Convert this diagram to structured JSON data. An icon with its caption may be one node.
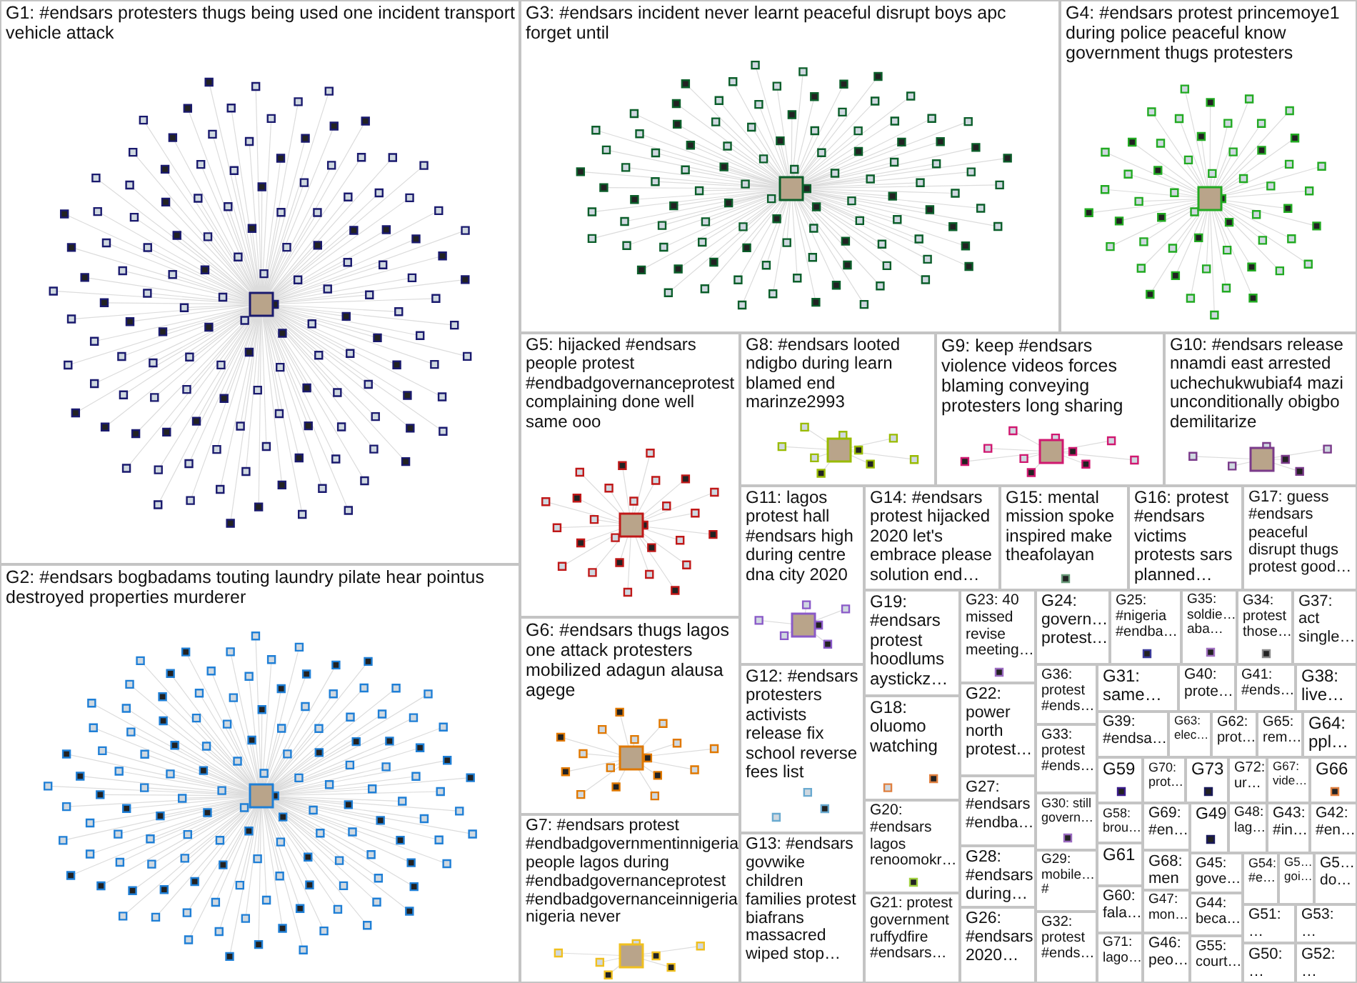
{
  "diagram": {
    "nodes": [
      {
        "text": [
          "G1: #endsars protesters thugs being used one incident transport vehicle attack"
        ]
      },
      {
        "text": [
          "G3: #endsars incident never learnt peaceful disrupt boys apc forget until"
        ]
      },
      {
        "text": [
          "G4: #endsars protest princemoye1 during police peaceful know government thugs protesters"
        ]
      },
      {
        "text": [
          "G2: #endsars bogbadams touting laundry pilate hear pointus destroyed properties murderer"
        ]
      },
      {
        "text": [
          "G5: hijacked #endsars people protest #endbadgovernanceprotest complaining done well same ooo"
        ]
      },
      {
        "text": [
          "G8: #endsars looted ndigbo during learn blamed end marinze2993"
        ]
      },
      {
        "text": [
          "G9: keep #endsars violence videos forces blaming conveying protesters long sharing"
        ]
      },
      {
        "text": [
          "G10: #endsars release nnamdi east arrested uchechukwubiaf4 mazi unconditionally obigbo demilitarize"
        ]
      },
      {
        "text": [
          "G6: #endsars thugs lagos one attack protesters mobilized adagun alausa agege"
        ]
      },
      {
        "text": [
          "G7: #endsars protest #endbadgovernmentinnigeria people lagos during #endbadgovernanceprotest #endbadgovernanceinnigeria nigeria never"
        ]
      },
      {
        "text": [
          "G11: lagos protest hall #endsars high during centre dna city 2020"
        ]
      },
      {
        "text": [
          "G14: #endsars protest hijacked 2020 let's embrace please solution end…"
        ]
      },
      {
        "text": [
          "G15: mental mission spoke inspired make theafolayan"
        ]
      },
      {
        "text": [
          "G16: protest #endsars victims protests sars planned…"
        ]
      },
      {
        "text": [
          "G17: guess #endsars peaceful disrupt thugs protest good…"
        ]
      },
      {
        "text": [
          "G19: #endsars protest hoodlums aystickz…"
        ]
      },
      {
        "text": [
          "G23: 40 missed revise meeting…"
        ]
      },
      {
        "text": [
          "G24: govern… protest…"
        ]
      },
      {
        "text": [
          "G25: #nigeria #endba…"
        ]
      },
      {
        "text": [
          "G35: soldie… aba…"
        ]
      },
      {
        "text": [
          "G34: protest those…"
        ]
      },
      {
        "text": [
          "G37: act single…"
        ]
      },
      {
        "text": [
          "G12: #endsars protesters activists release fix school reverse fees list"
        ]
      },
      {
        "text": [
          "G36: protest #ends…"
        ]
      },
      {
        "text": [
          "G31: same…"
        ]
      },
      {
        "text": [
          "G40: prote…"
        ]
      },
      {
        "text": [
          "G41: #ends…"
        ]
      },
      {
        "text": [
          "G38: live…"
        ]
      },
      {
        "text": [
          "G22: power north protest…"
        ]
      },
      {
        "text": [
          "G18: oluomo watching"
        ]
      },
      {
        "text": [
          "G39: #endsa…"
        ]
      },
      {
        "text": [
          "G63: elec…"
        ]
      },
      {
        "text": [
          "G62: prot…"
        ]
      },
      {
        "text": [
          "G65: rem…"
        ]
      },
      {
        "text": [
          "G64: ppl…"
        ]
      },
      {
        "text": [
          "G33: protest #ends…"
        ]
      },
      {
        "text": [
          "G59"
        ]
      },
      {
        "text": [
          "G70: prot…"
        ]
      },
      {
        "text": [
          "G73"
        ]
      },
      {
        "text": [
          "G72: ur…"
        ]
      },
      {
        "text": [
          "G67: vide…"
        ]
      },
      {
        "text": [
          "G66"
        ]
      },
      {
        "text": [
          "G27: #endsars #endba…"
        ]
      },
      {
        "text": [
          "G30: still govern…"
        ]
      },
      {
        "text": [
          "G20: #endsars lagos renoomokr…"
        ]
      },
      {
        "text": [
          "G58: brou…"
        ]
      },
      {
        "text": [
          "G69: #en…"
        ]
      },
      {
        "text": [
          "G49"
        ]
      },
      {
        "text": [
          "G48: lag…"
        ]
      },
      {
        "text": [
          "G43: #in…"
        ]
      },
      {
        "text": [
          "G42: #en…"
        ]
      },
      {
        "text": [
          "G13: #endsars govwike children families protest biafrans massacred wiped stop…"
        ]
      },
      {
        "text": [
          "G61"
        ]
      },
      {
        "text": [
          "G28: #endsars during…"
        ]
      },
      {
        "text": [
          "G29: mobile… #"
        ]
      },
      {
        "text": [
          "G68: men"
        ]
      },
      {
        "text": [
          "G45: gove…"
        ]
      },
      {
        "text": [
          "G54: #e…"
        ]
      },
      {
        "text": [
          "G5… goi…"
        ]
      },
      {
        "text": [
          "G5… do…"
        ]
      },
      {
        "text": [
          "G60: fala…"
        ]
      },
      {
        "text": [
          "G47: mon…"
        ]
      },
      {
        "text": [
          "G21: protest government ruffydfire #endsars…"
        ]
      },
      {
        "text": [
          "G44: beca…"
        ]
      },
      {
        "text": [
          "G51: …"
        ]
      },
      {
        "text": [
          "G53: …"
        ]
      },
      {
        "text": [
          "G26: #endsars 2020…"
        ]
      },
      {
        "text": [
          "G32: protest #ends…"
        ]
      },
      {
        "text": [
          "G71: lago…"
        ]
      },
      {
        "text": [
          "G46: peo…"
        ]
      },
      {
        "text": [
          "G55: court…"
        ]
      },
      {
        "text": [
          "G50: …"
        ]
      },
      {
        "text": [
          "G52: …"
        ]
      }
    ]
  }
}
